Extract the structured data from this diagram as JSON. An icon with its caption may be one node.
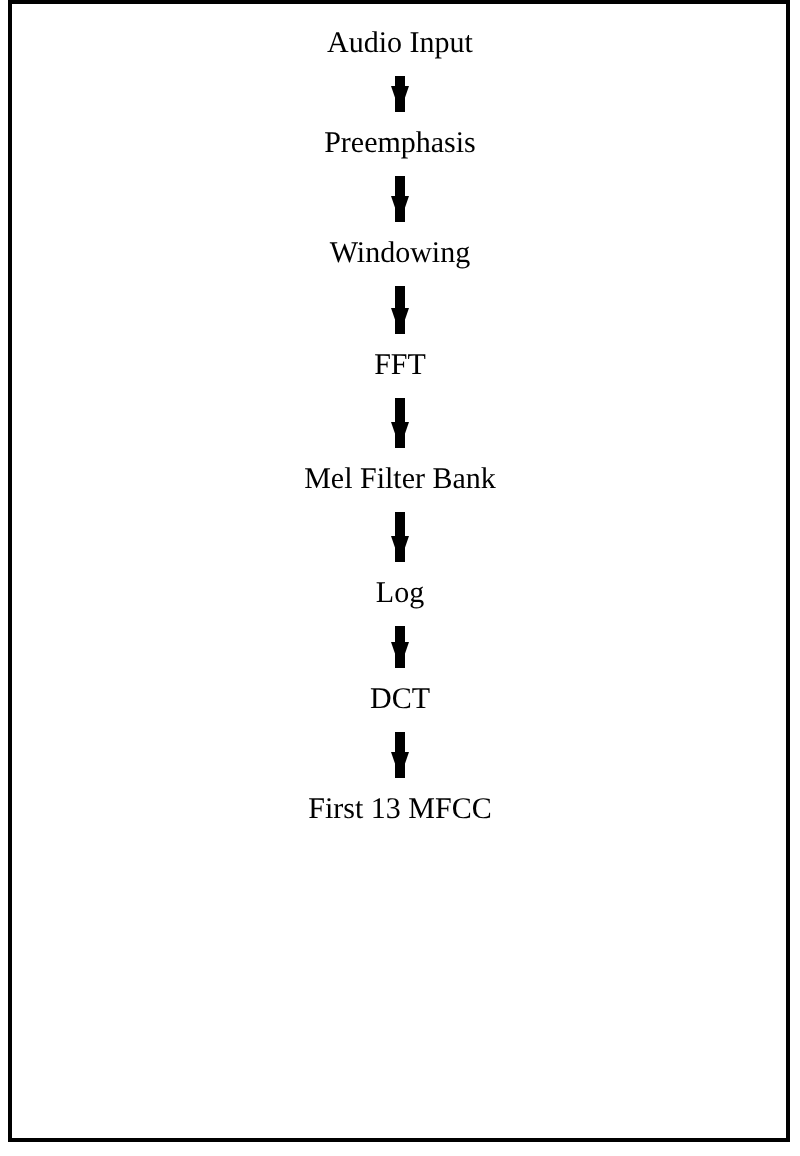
{
  "diagram": {
    "nodes": [
      {
        "text": [
          "Audio Input"
        ]
      },
      {
        "text": [
          "Preemphasis"
        ]
      },
      {
        "text": [
          "Windowing"
        ]
      },
      {
        "text": [
          "FFT"
        ]
      },
      {
        "text": [
          "Mel Filter Bank"
        ]
      },
      {
        "text": [
          "Log"
        ]
      },
      {
        "text": [
          "DCT"
        ]
      },
      {
        "text": [
          "First 13 MFCC"
        ]
      }
    ],
    "edges": [
      {
        "from": 0,
        "to": 1,
        "arrow": "to"
      },
      {
        "from": 1,
        "to": 2,
        "arrow": "to"
      },
      {
        "from": 2,
        "to": 3,
        "arrow": "to"
      },
      {
        "from": 3,
        "to": 4,
        "arrow": "to"
      },
      {
        "from": 4,
        "to": 5,
        "arrow": "to"
      },
      {
        "from": 5,
        "to": 6,
        "arrow": "to"
      },
      {
        "from": 6,
        "to": 7,
        "arrow": "to"
      }
    ]
  }
}
